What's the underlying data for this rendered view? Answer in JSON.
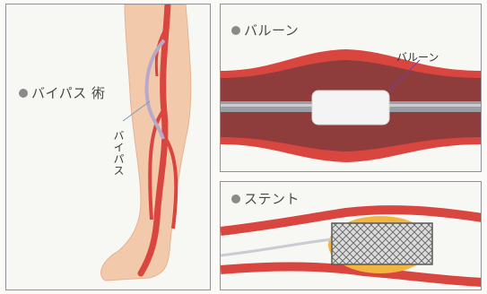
{
  "panels": {
    "bypass": {
      "heading": "バイパス 術",
      "vertical_label": "バイパス"
    },
    "balloon": {
      "heading": "バルーン",
      "callout": "バルーン"
    },
    "stent": {
      "heading": "ステント"
    }
  },
  "colors": {
    "artery_red": "#d9453f",
    "artery_dark": "#b42a2a",
    "skin": "#f3c9ac",
    "bypass_graft": "#b8a9c8",
    "balloon_white": "#f4f4f4",
    "catheter_gray": "#9a9ea3",
    "plaque_yellow": "#f2b640",
    "stent_mesh": "#6e6e6e"
  }
}
